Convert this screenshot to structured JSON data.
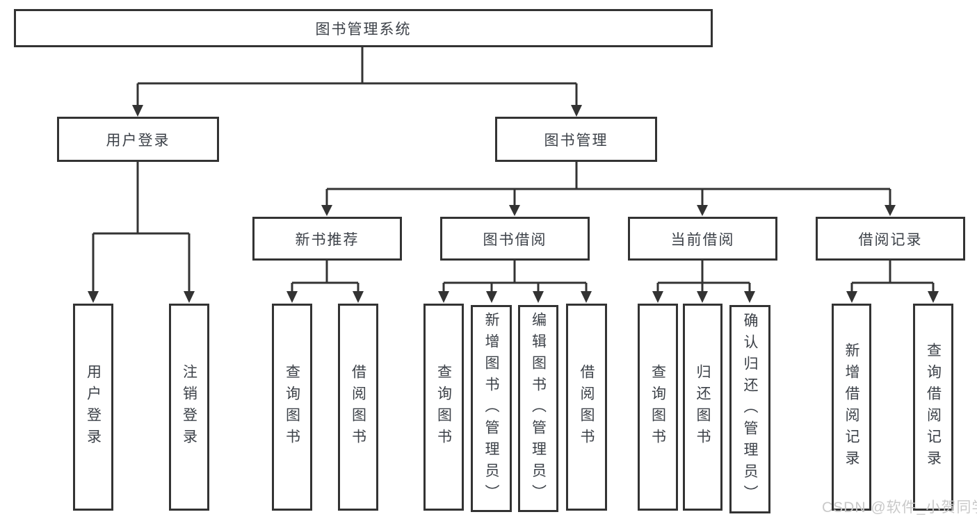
{
  "diagram": {
    "title": "图书管理系统",
    "children": [
      {
        "label": "用户登录",
        "children": [
          {
            "label": "用户登录"
          },
          {
            "label": "注销登录"
          }
        ]
      },
      {
        "label": "图书管理",
        "children": [
          {
            "label": "新书推荐",
            "children": [
              {
                "label": "查询图书"
              },
              {
                "label": "借阅图书"
              }
            ]
          },
          {
            "label": "图书借阅",
            "children": [
              {
                "label": "查询图书"
              },
              {
                "label": "新增图书（管理员）"
              },
              {
                "label": "编辑图书（管理员）"
              },
              {
                "label": "借阅图书"
              }
            ]
          },
          {
            "label": "当前借阅",
            "children": [
              {
                "label": "查询图书"
              },
              {
                "label": "归还图书"
              },
              {
                "label": "确认归还（管理员）"
              }
            ]
          },
          {
            "label": "借阅记录",
            "children": [
              {
                "label": "新增借阅记录"
              },
              {
                "label": "查询借阅记录"
              }
            ]
          }
        ]
      }
    ]
  },
  "watermark": "CSDN @软件_小贺同学",
  "colors": {
    "line": "#333333",
    "text": "#3c4148",
    "watermark": "#c9c9c9",
    "background": "#ffffff"
  }
}
